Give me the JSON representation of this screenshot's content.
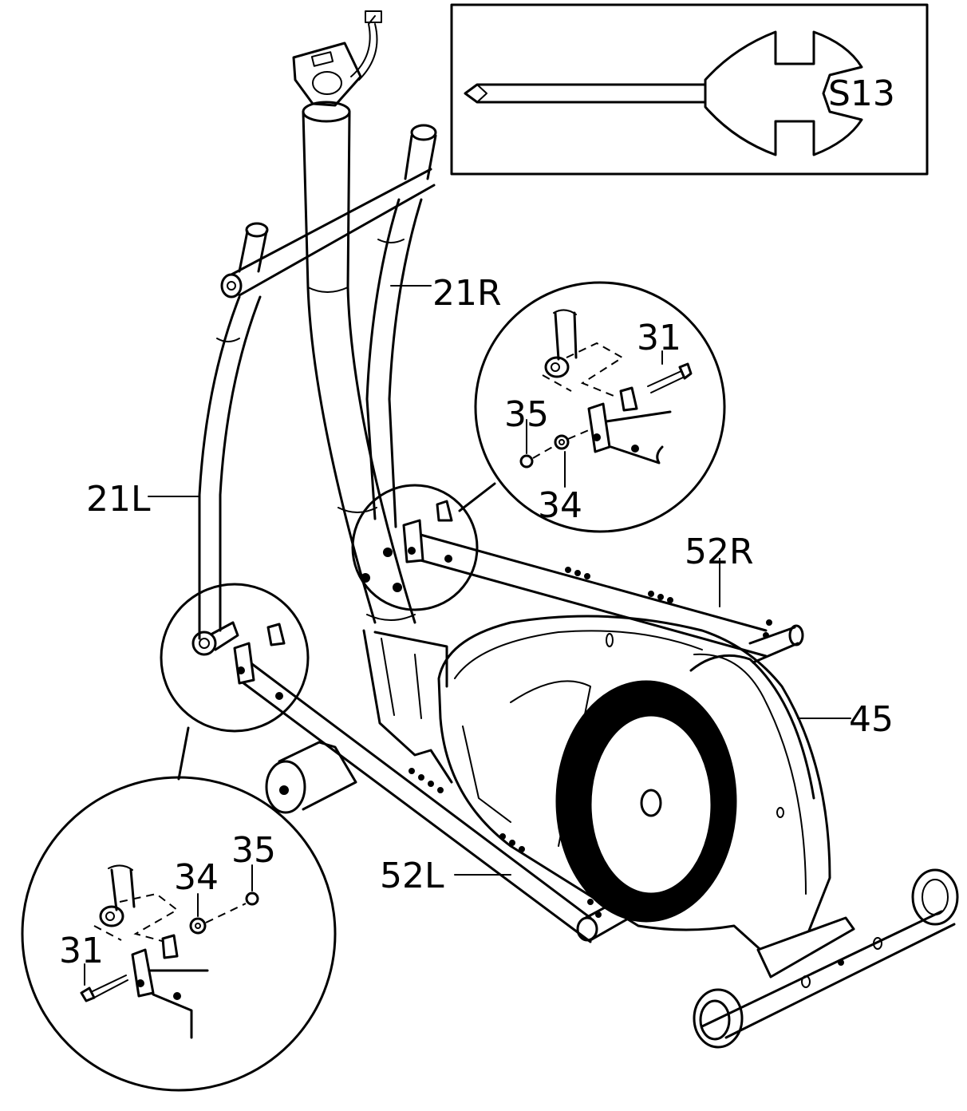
{
  "tool": {
    "label": "S13"
  },
  "callouts": {
    "handlebar_right": "21R",
    "handlebar_left": "21L",
    "pedal_arm_right": "52R",
    "pedal_arm_left": "52L",
    "flywheel_cover": "45"
  },
  "detail_right": {
    "bolt": "31",
    "nut": "35",
    "washer": "34"
  },
  "detail_left": {
    "bolt": "31",
    "nut": "35",
    "washer": "34"
  }
}
